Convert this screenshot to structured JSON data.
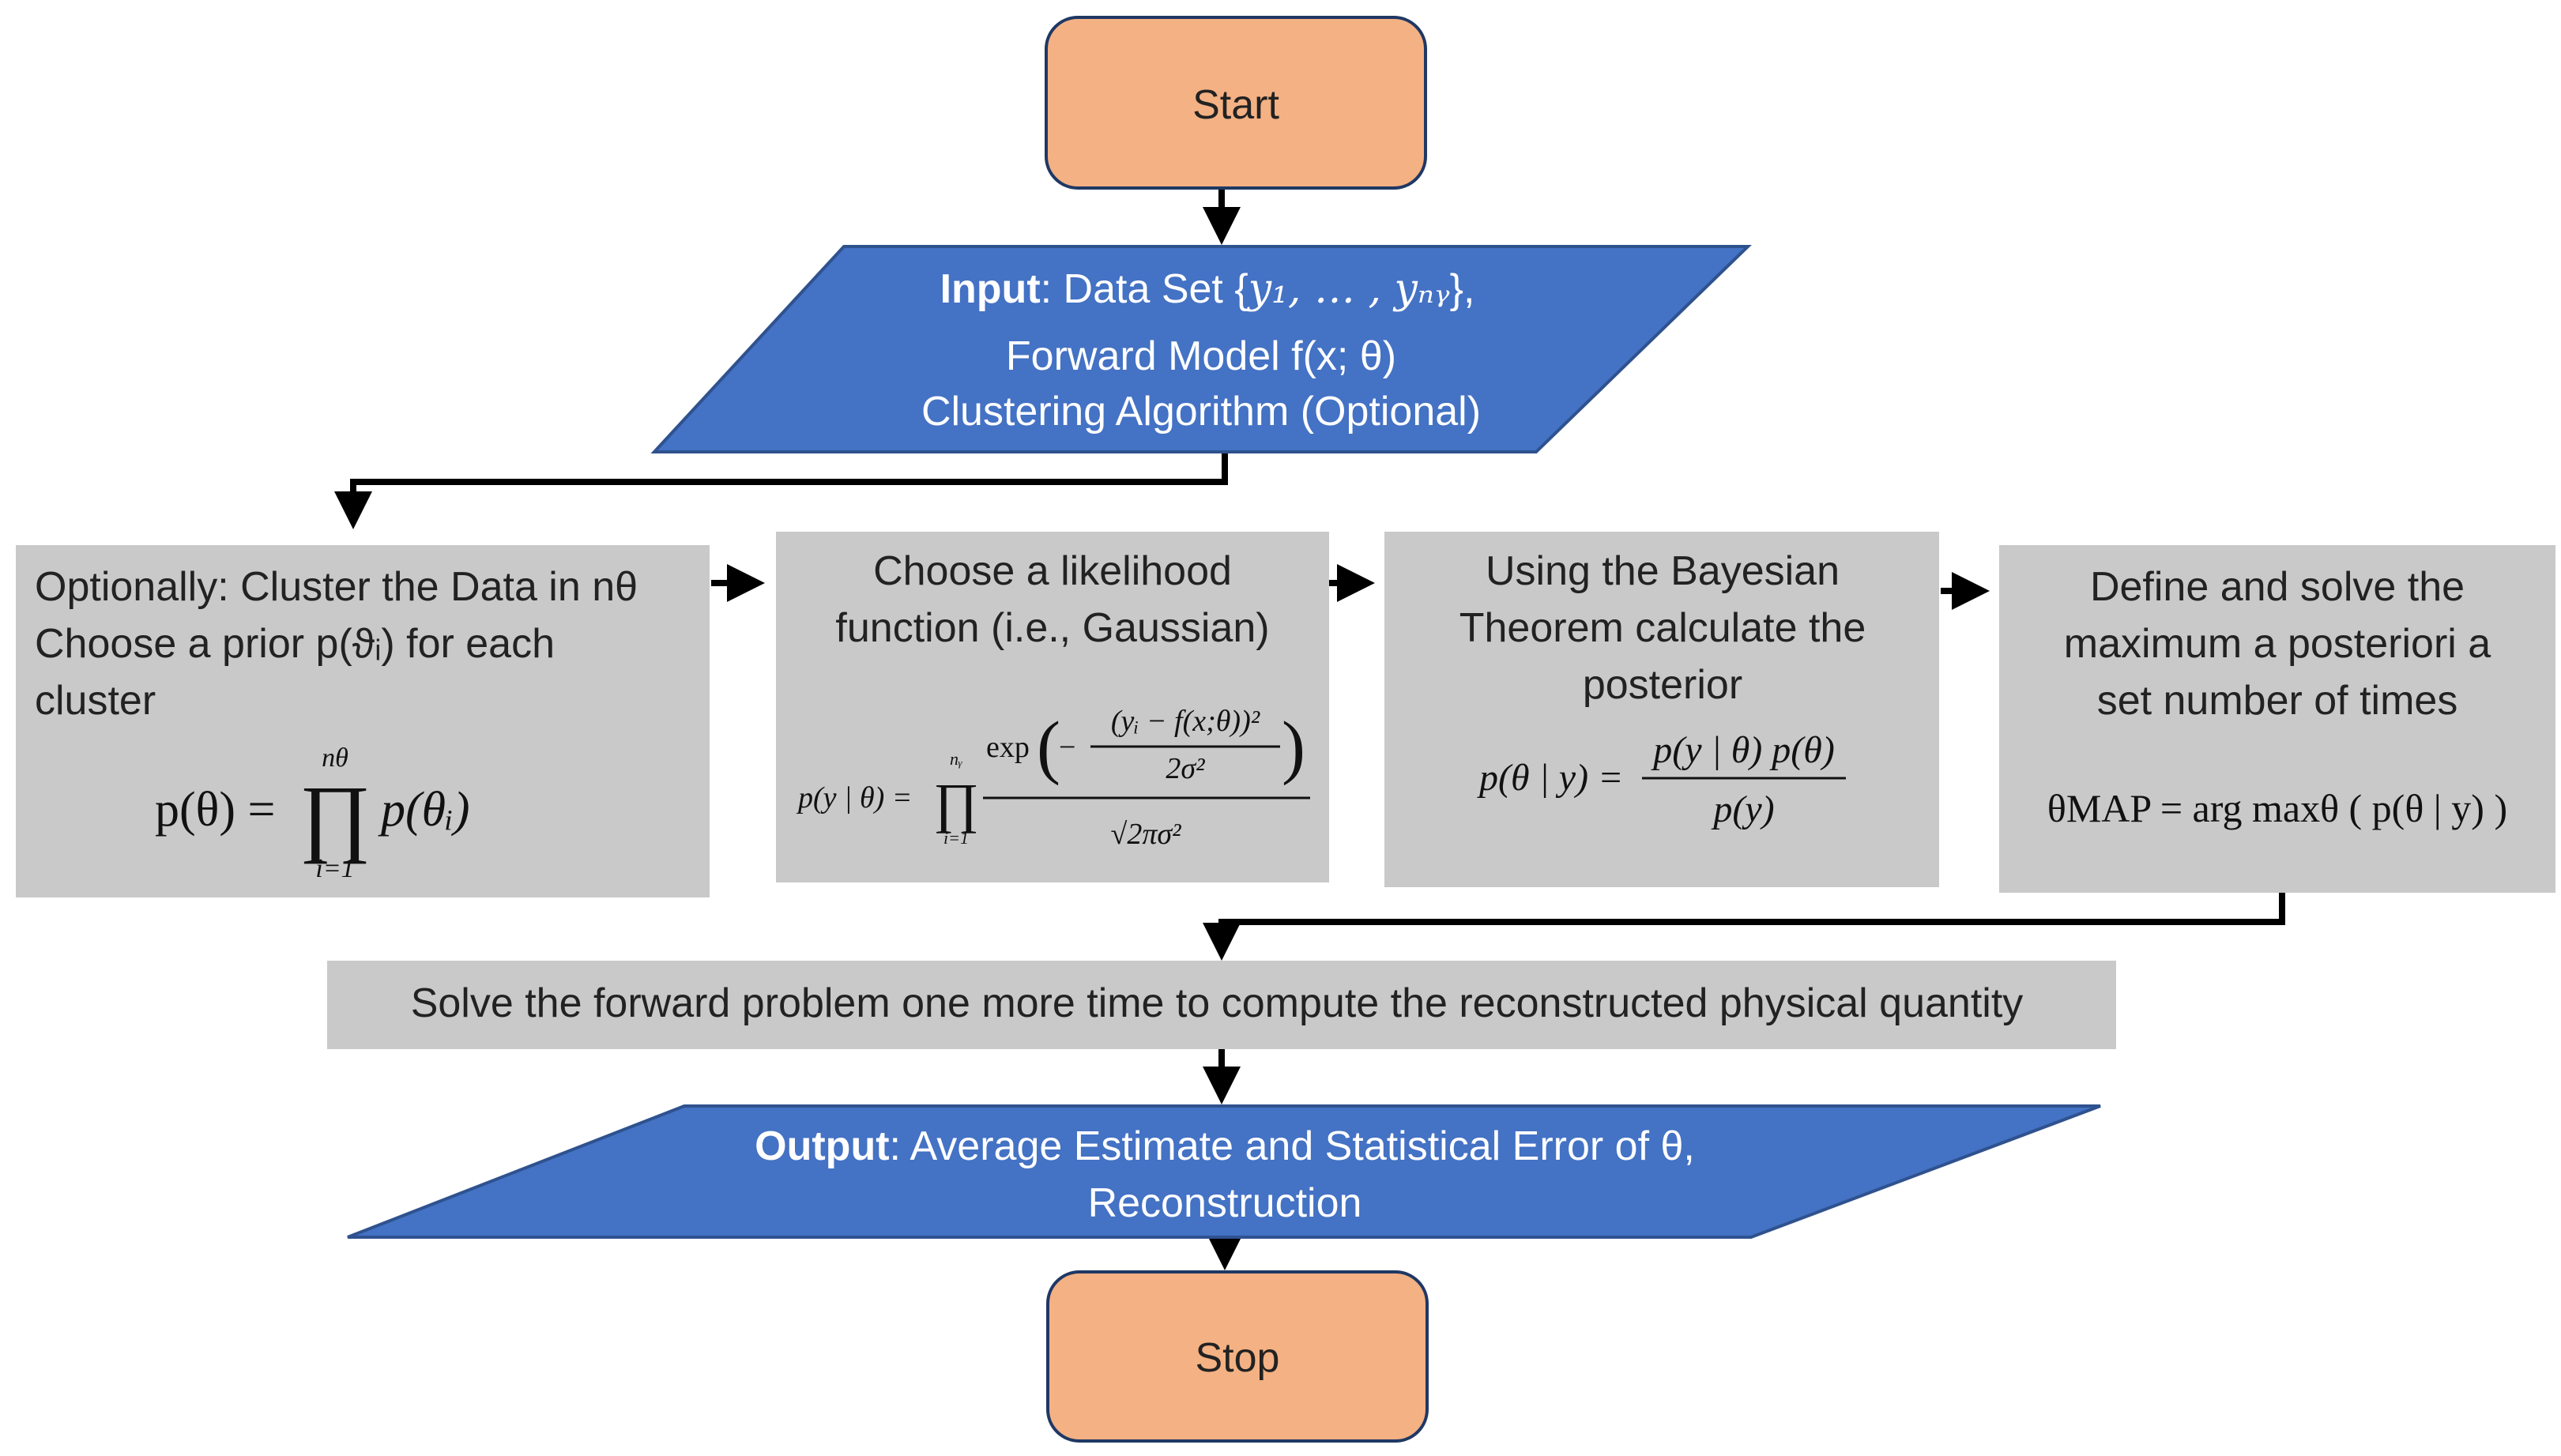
{
  "colors": {
    "terminal_fill": "#F4B183",
    "terminal_stroke": "#1F3864",
    "io_fill": "#4472C4",
    "io_stroke": "#2F528F",
    "process_fill": "#C9C9C9",
    "arrow": "#000000"
  },
  "start": {
    "label": "Start"
  },
  "stop": {
    "label": "Stop"
  },
  "input": {
    "bold": "Input",
    "line1_rest": ": Data Set {",
    "line1_math": "y₁, … , yₙᵧ",
    "line1_end": "},",
    "line2": "Forward Model f(x; θ)",
    "line3": "Clustering Algorithm (Optional)"
  },
  "prior_box": {
    "line1": "Optionally: Cluster the Data in nθ",
    "line2": "Choose a prior p(ϑᵢ) for each",
    "line3": "cluster",
    "formula_lhs": "p(θ) =",
    "formula_prod": "∏",
    "formula_upper": "nθ",
    "formula_lower": "i=1",
    "formula_rhs": "p(θᵢ)"
  },
  "likelihood_box": {
    "line1": "Choose a likelihood",
    "line2": "function  (i.e., Gaussian)",
    "formula_lhs": "p(y | θ) =",
    "formula_prod": "∏",
    "formula_upper": "nᵧ",
    "formula_lower": "i=1",
    "formula_exp": "exp",
    "formula_num": "(yᵢ − f(x;θ))²",
    "formula_den_inner": "2σ²",
    "formula_sqrt": "√2πσ²"
  },
  "posterior_box": {
    "line1": "Using the Bayesian",
    "line2": "Theorem calculate the",
    "line3": "posterior",
    "formula_lhs": "p(θ | y) =",
    "formula_num": "p(y | θ) p(θ)",
    "formula_den": "p(y)"
  },
  "map_box": {
    "line1": "Define and solve the",
    "line2": "maximum a posteriori a",
    "line3": "set number of times",
    "formula": "θMAP = arg maxθ ( p(θ | y) )"
  },
  "forward_box": {
    "label": "Solve the forward problem one more time to compute the reconstructed physical quantity"
  },
  "output": {
    "bold": "Output",
    "line1_rest": ": Average Estimate and Statistical Error of θ,",
    "line2": "Reconstruction"
  }
}
